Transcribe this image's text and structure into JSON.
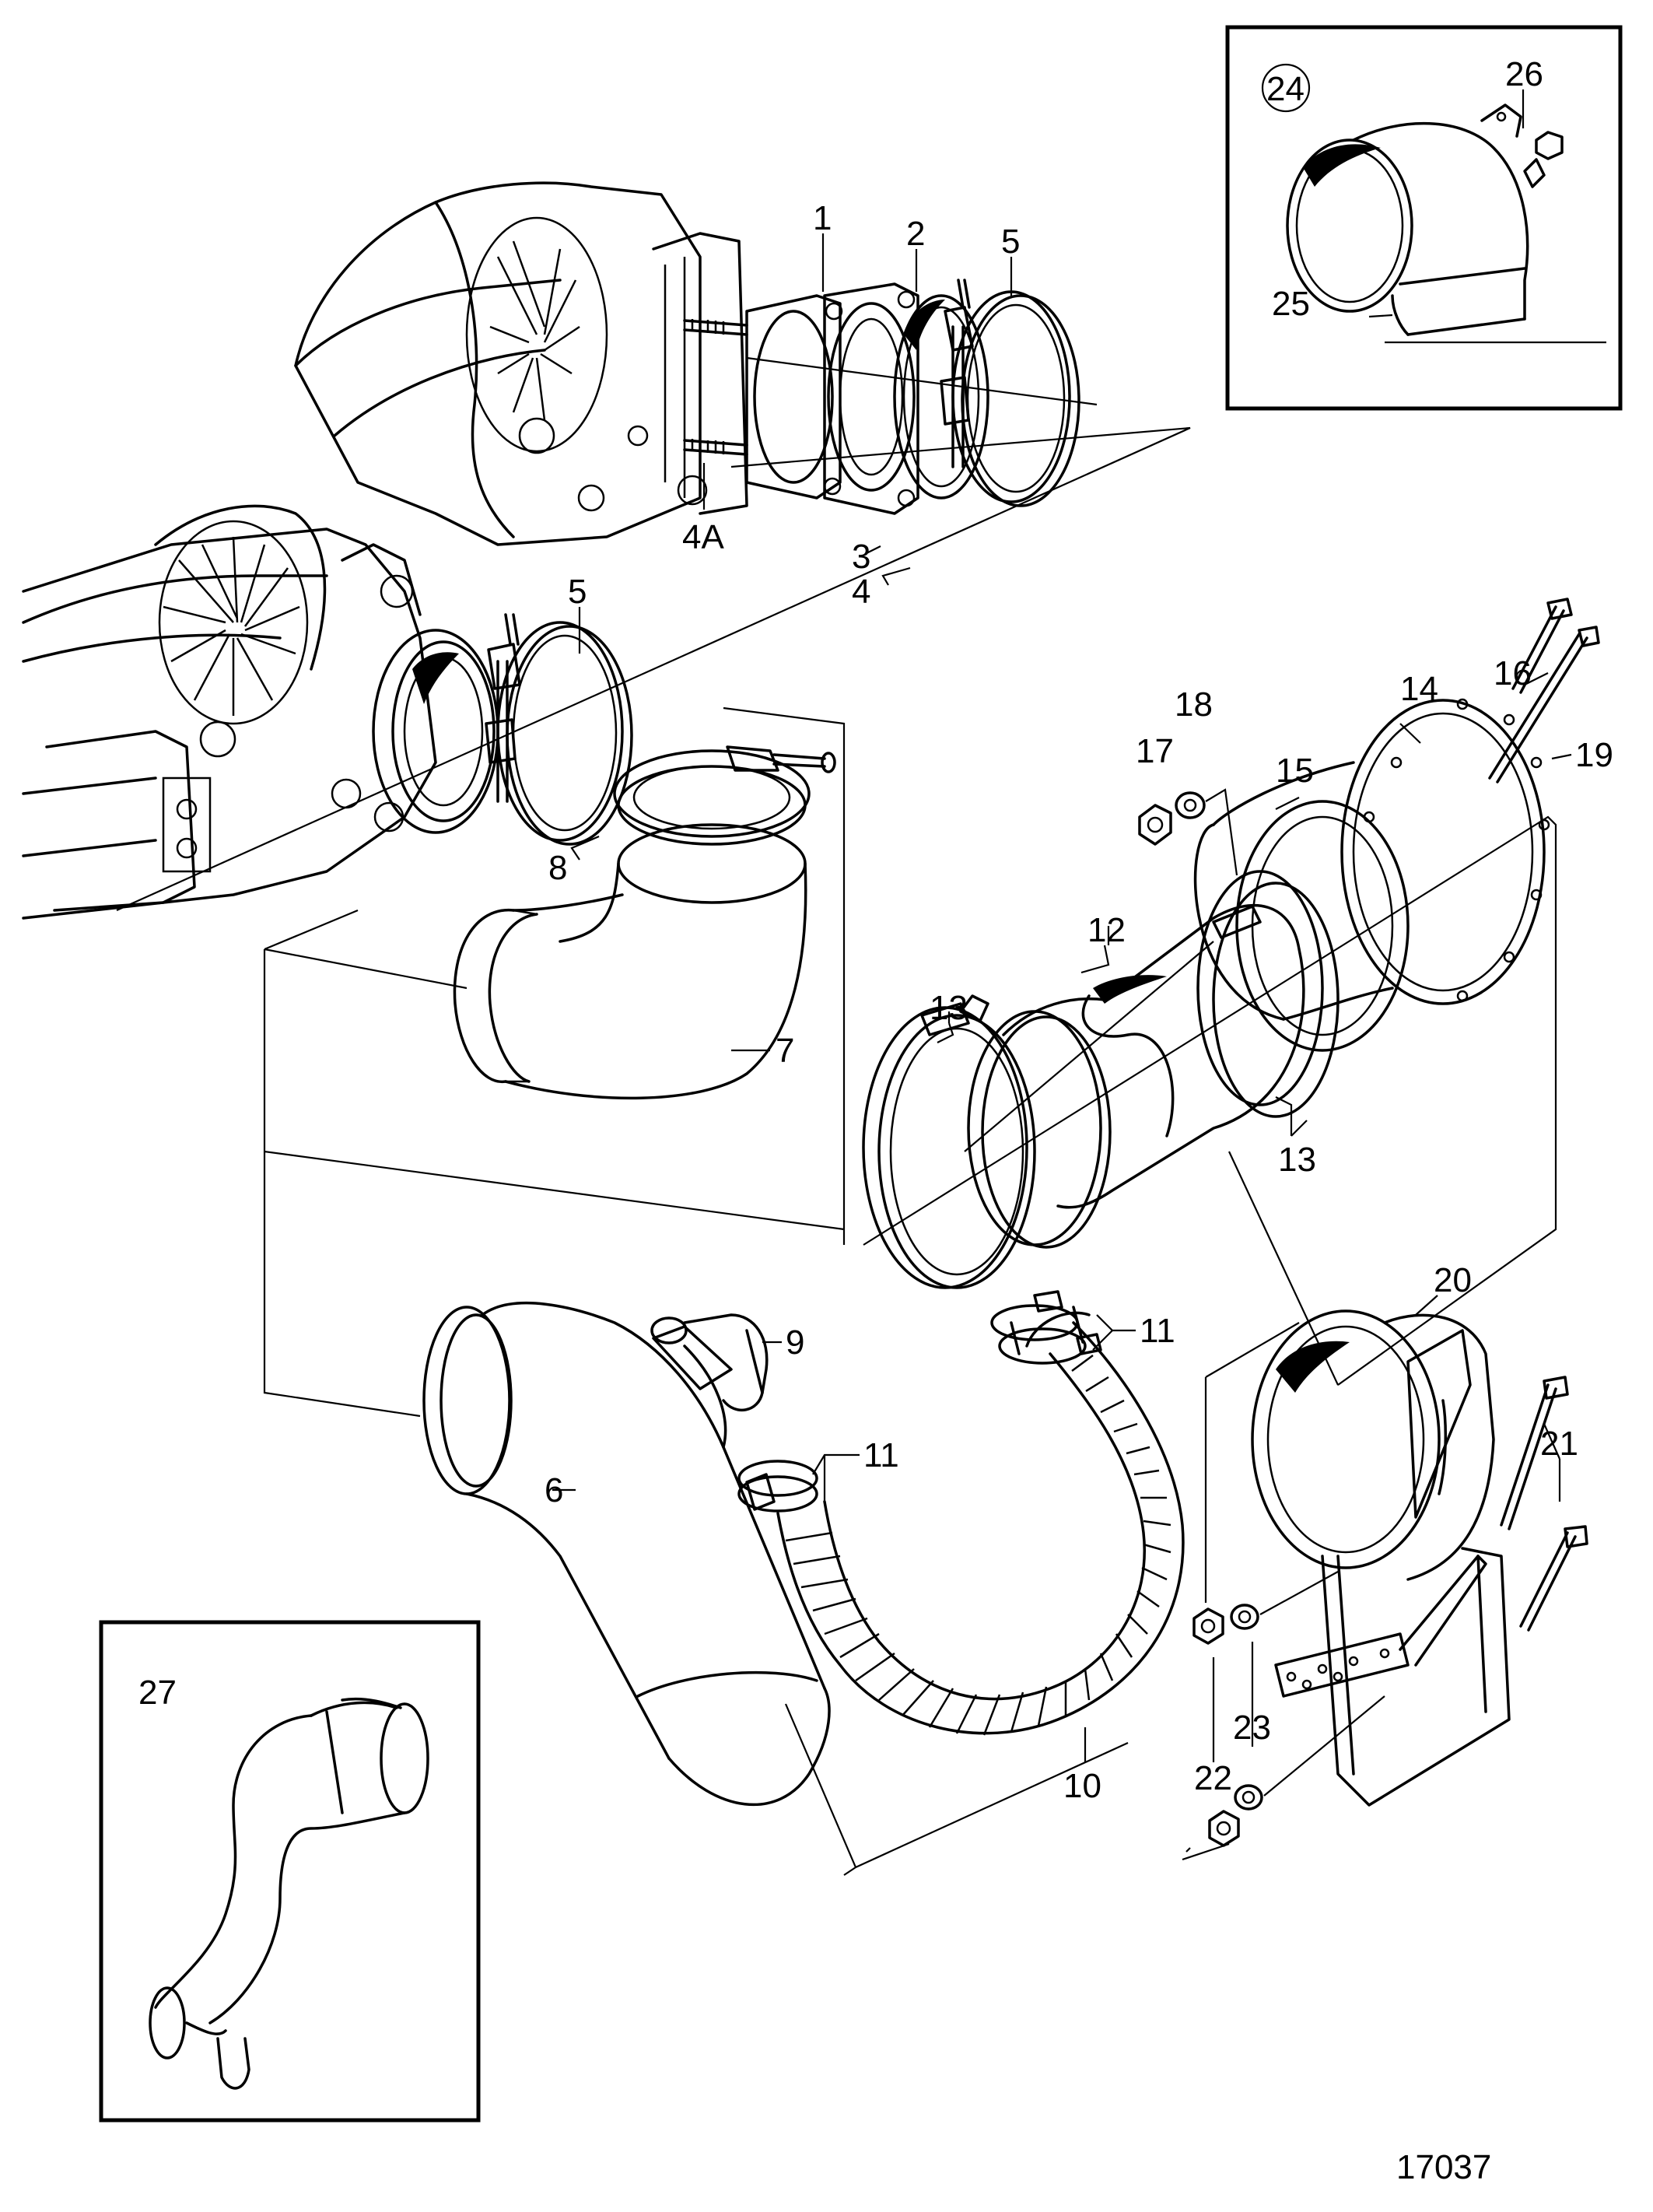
{
  "drawing_number": "17037",
  "callouts": [
    "1",
    "2",
    "3",
    "4",
    "4A",
    "5",
    "5",
    "6",
    "7",
    "8",
    "9",
    "10",
    "11",
    "11",
    "12",
    "13",
    "13",
    "14",
    "15",
    "16",
    "17",
    "18",
    "19",
    "20",
    "21",
    "21",
    "22",
    "23",
    "24",
    "25",
    "26",
    "27"
  ]
}
